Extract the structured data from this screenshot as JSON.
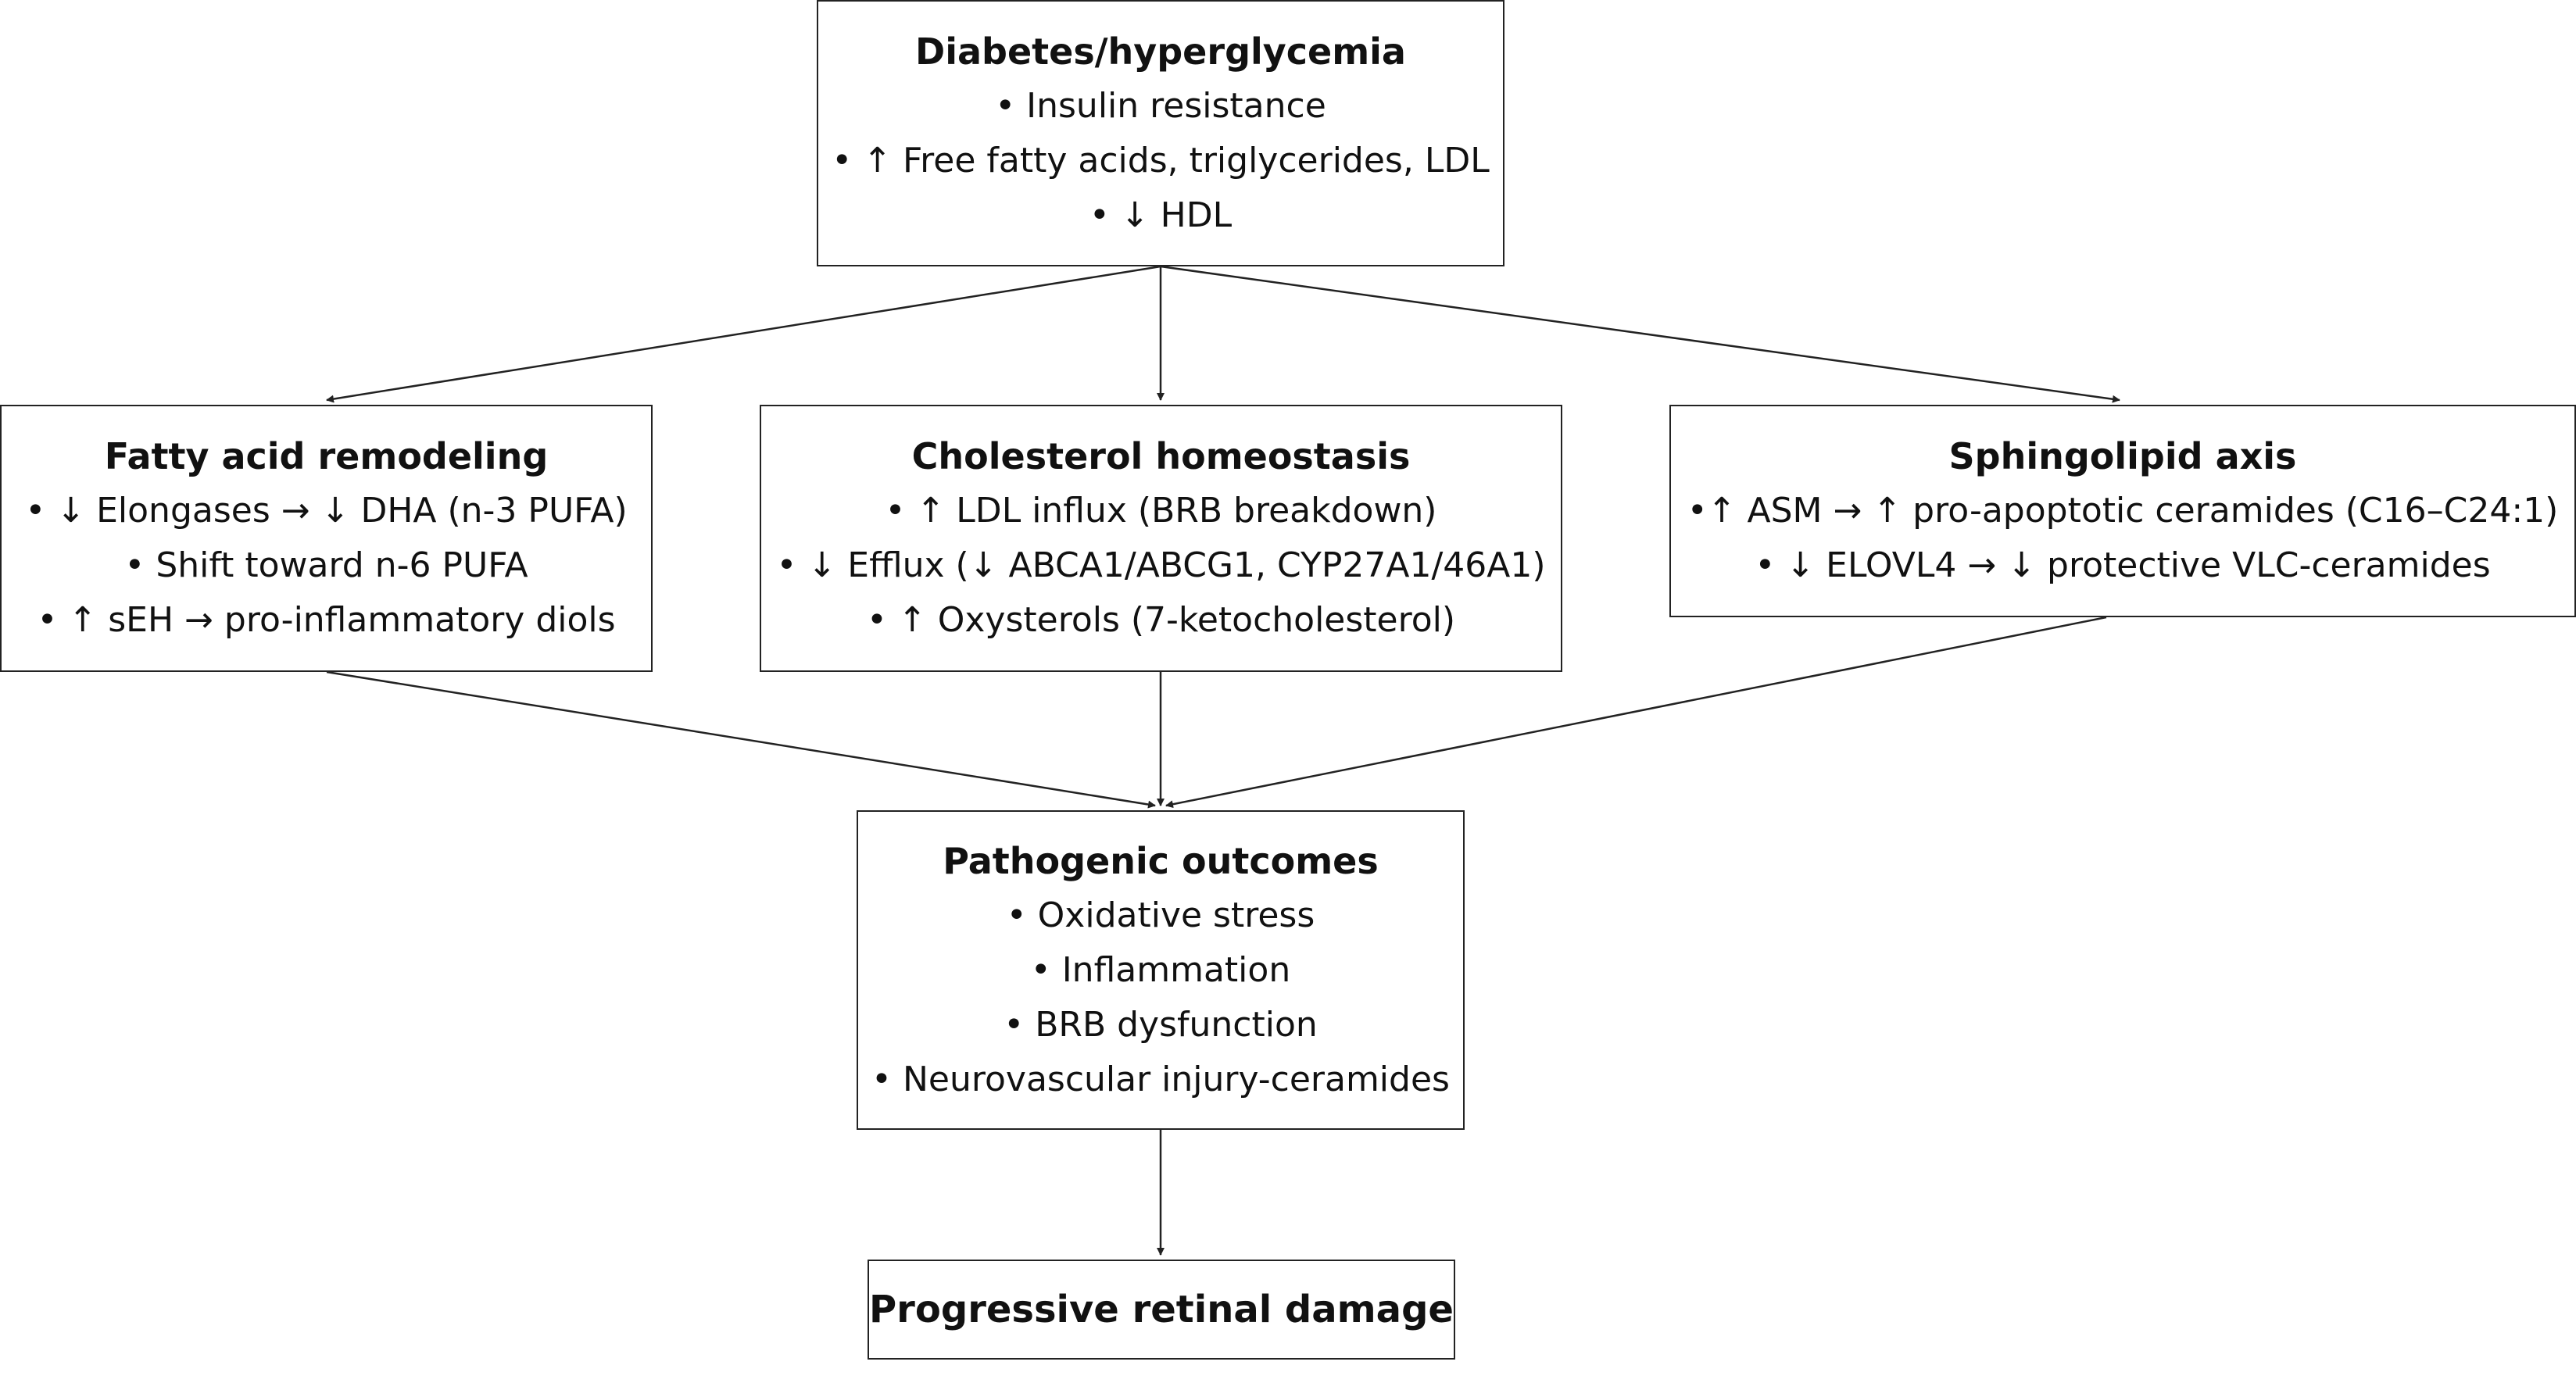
{
  "top": {
    "title": "Diabetes/hyperglycemia",
    "lines": [
      "• Insulin resistance",
      "• ↑ Free fatty acids, triglycerides, LDL",
      "• ↓ HDL"
    ]
  },
  "fatty_acid": {
    "title": "Fatty acid remodeling",
    "lines": [
      "• ↓ Elongases → ↓ DHA (n-3 PUFA)",
      "• Shift toward n-6 PUFA",
      "• ↑ sEH → pro-inflammatory diols"
    ]
  },
  "cholesterol": {
    "title": "Cholesterol homeostasis",
    "lines": [
      "• ↑ LDL influx (BRB breakdown)",
      "• ↓ Efflux (↓ ABCA1/ABCG1, CYP27A1/46A1)",
      "• ↑ Oxysterols (7-ketocholesterol)"
    ]
  },
  "sphingolipid": {
    "title": "Sphingolipid axis",
    "lines": [
      "•↑ ASM → ↑ pro-apoptotic ceramides (C16–C24:1)",
      "• ↓ ELOVL4 → ↓ protective VLC-ceramides"
    ]
  },
  "pathogenic": {
    "title": "Pathogenic outcomes",
    "lines": [
      "• Oxidative stress",
      "• Inflammation",
      "• BRB dysfunction",
      "• Neurovascular injury-ceramides"
    ]
  },
  "progressive": {
    "title": "Progressive retinal damage"
  }
}
